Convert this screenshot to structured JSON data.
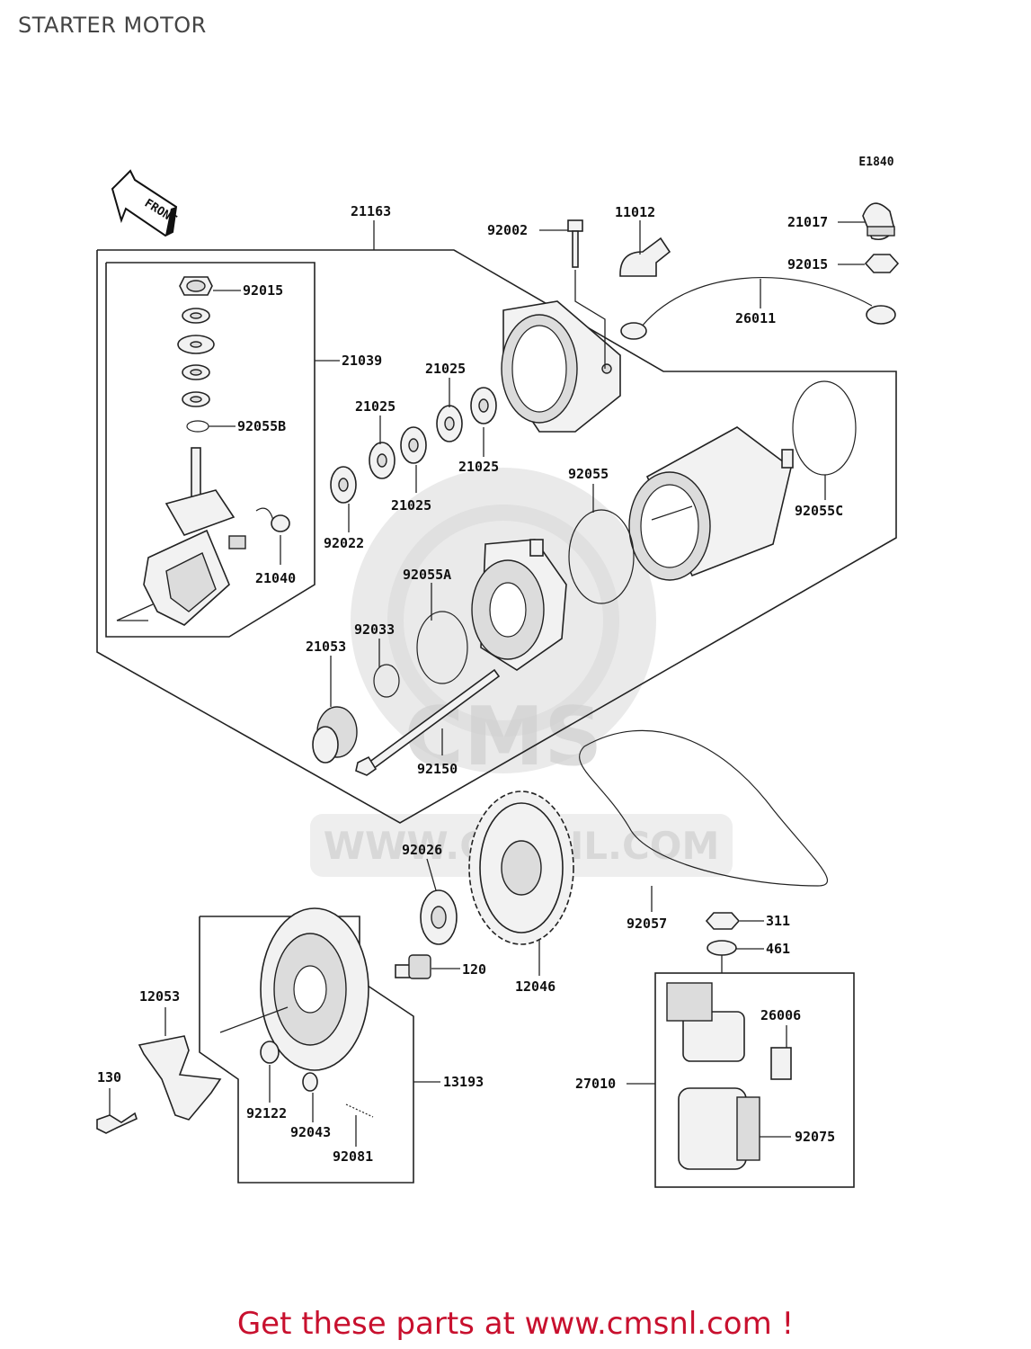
{
  "page": {
    "title": "STARTER MOTOR",
    "diagram_code": "E1840",
    "front_label": "FRONT",
    "watermark_text": "WWW.CMSNL.COM",
    "watermark_logo": "CMS",
    "footer_text": "Get these parts at www.cmsnl.com !"
  },
  "labels": {
    "p21163": "21163",
    "p92002": "92002",
    "p11012": "11012",
    "p21017": "21017",
    "p92015a": "92015",
    "p92015b": "92015",
    "p26011": "26011",
    "p21039": "21039",
    "p92055B": "92055B",
    "p21025a": "21025",
    "p21025b": "21025",
    "p21025c": "21025",
    "p21025d": "21025",
    "p92022": "92022",
    "p21040": "21040",
    "p92055": "92055",
    "p92055C": "92055C",
    "p92055A": "92055A",
    "p92033": "92033",
    "p21053": "21053",
    "p92150": "92150",
    "p92026": "92026",
    "p92057": "92057",
    "p311": "311",
    "p461": "461",
    "p120": "120",
    "p12046": "12046",
    "p12053": "12053",
    "p130": "130",
    "p13193": "13193",
    "p92122": "92122",
    "p92043": "92043",
    "p92081": "92081",
    "p26006": "26006",
    "p27010": "27010",
    "p92075": "92075"
  }
}
